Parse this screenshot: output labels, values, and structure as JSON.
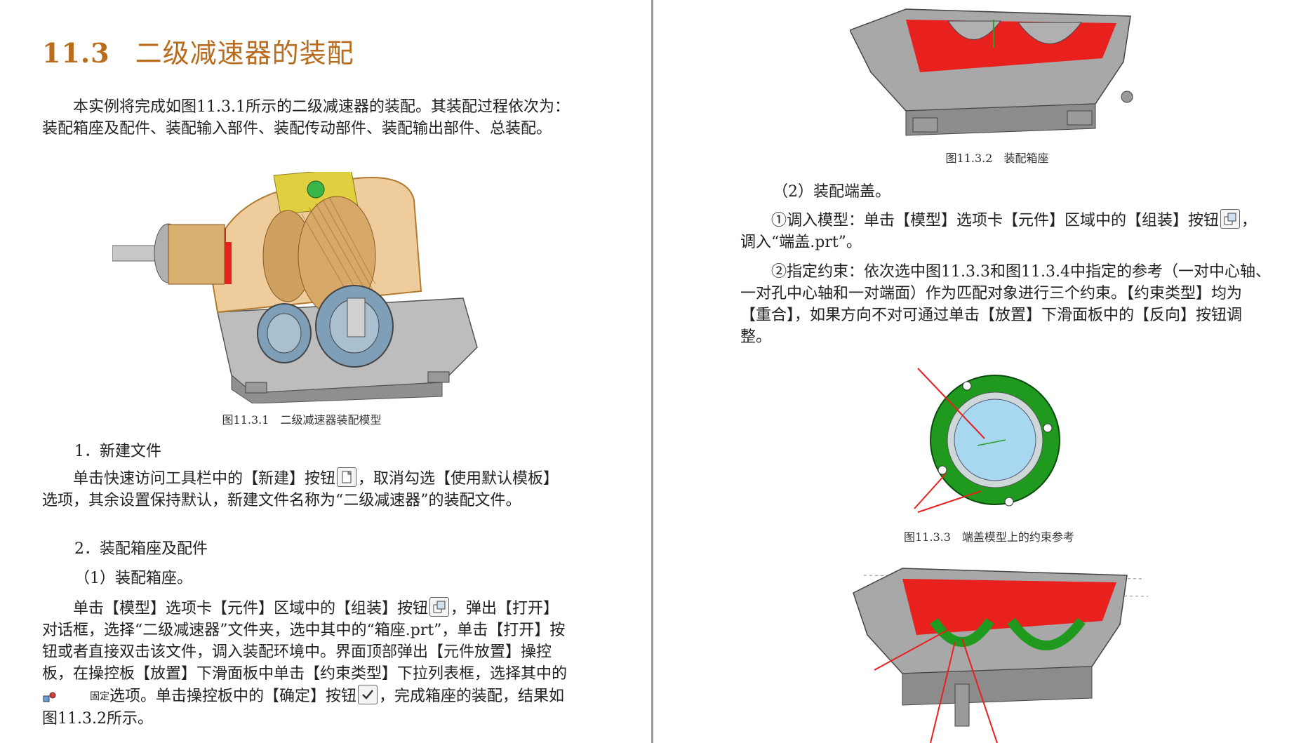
{
  "left_page": {
    "heading": {
      "number": "11.3",
      "title": "二级减速器的装配"
    },
    "intro": "本实例将完成如图11.3.1所示的二级减速器的装配。其装配过程依次为：装配箱座及配件、装配输入部件、装配传动部件、装配输出部件、总装配。",
    "figure_caption": "图11.3.1　二级减速器装配模型",
    "step1_title": "1．新建文件",
    "step1_part1": "单击快速访问工具栏中的【新建】按钮",
    "step1_part2": "，取消勾选【使用默认模板】选项，其余设置保持默认，新建文件名称为“二级减速器”的装配文件。",
    "step2_title": "2．装配箱座及配件",
    "sub1_title": "（1）装配箱座。",
    "sub1_part1": "单击【模型】选项卡【元件】区域中的【组装】按钮",
    "sub1_part2": "，弹出【打开】对话框，选择“二级减速器”文件夹，选中其中的“箱座.prt”，单击【打开】按钮或者直接双击该文件，调入装配环境中。界面顶部弹出【元件放置】操控板，在操控板【放置】下滑面板中单击【约束类型】下拉列表框，选择其中的",
    "fixed_label": "固定",
    "sub1_part3": "选项。单击操控板中的【确定】按钮",
    "sub1_part4": "，完成箱座的装配，结果如图11.3.2所示。"
  },
  "right_page": {
    "fig2_caption": "图11.3.2　装配箱座",
    "sub2_title": "（2）装配端盖。",
    "step_a_part1": "①调入模型：单击【模型】选项卡【元件】区域中的【组装】按钮",
    "step_a_part2": "，调入“端盖.prt”。",
    "step_b": "②指定约束：依次选中图11.3.3和图11.3.4中指定的参考（一对中心轴、一对孔中心轴和一对端面）作为匹配对象进行三个约束。【约束类型】均为【重合】，如果方向不对可通过单击【放置】下滑面板中的【反向】按钮调整。",
    "fig3_caption": "图11.3.3　端盖模型上的约束参考"
  },
  "icons": {
    "new": "new-file-icon",
    "assemble": "assemble-icon",
    "fixed": "fixed-constraint-icon",
    "confirm": "checkmark-icon"
  },
  "colors": {
    "heading": "#b86c1d",
    "housing_red": "#e8201e",
    "cover_green": "#1f9a1f",
    "housing_gray": "#a8a8a8",
    "transparent_cover": "#e8b770"
  }
}
